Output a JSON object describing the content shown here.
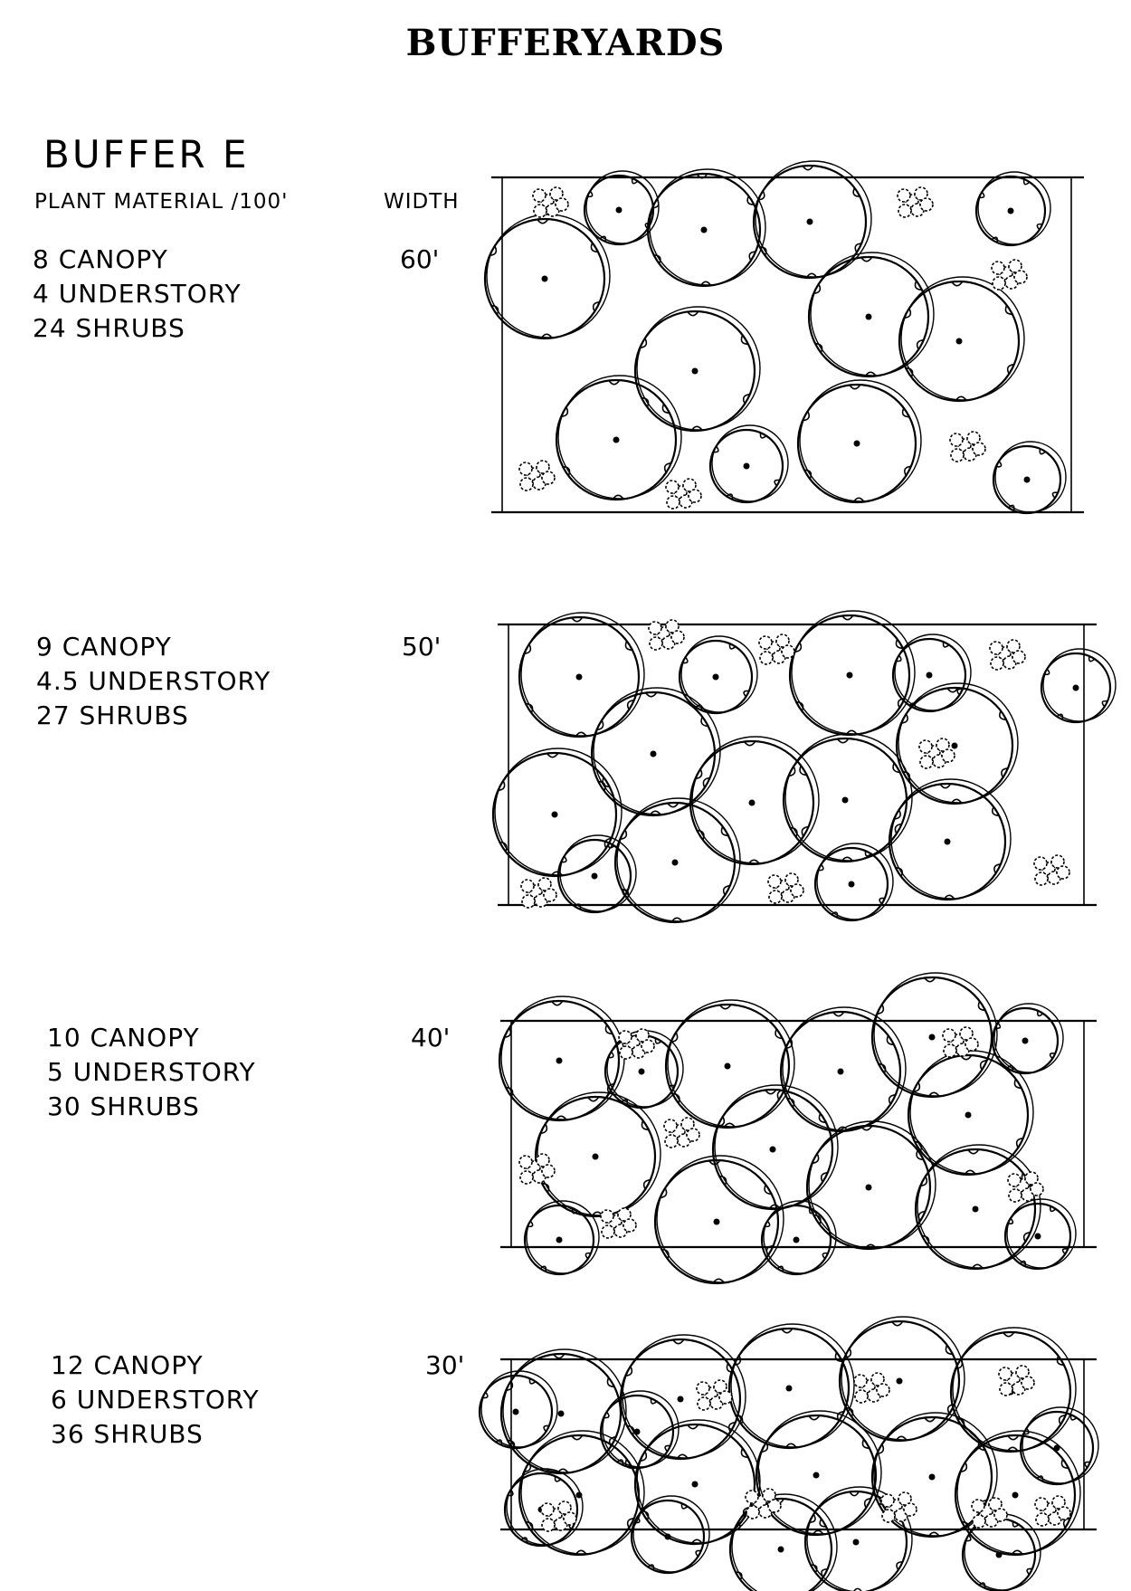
{
  "title": "BUFFERYARDS",
  "buffer_name": "BUFFER E",
  "headers": {
    "plant_material": "PLANT MATERIAL /100'",
    "width": "WIDTH"
  },
  "options": [
    {
      "width": "60'",
      "lines": [
        "8  CANOPY",
        "4  UNDERSTORY",
        "24  SHRUBS"
      ]
    },
    {
      "width": "50'",
      "lines": [
        "9  CANOPY",
        "4.5 UNDERSTORY",
        "27  SHRUBS"
      ]
    },
    {
      "width": "40'",
      "lines": [
        "10  CANOPY",
        "5  UNDERSTORY",
        "30 SHRUBS"
      ]
    },
    {
      "width": "30'",
      "lines": [
        "12  CANOPY",
        "6  UNDERSTORY",
        "36  SHRUBS"
      ]
    }
  ]
}
